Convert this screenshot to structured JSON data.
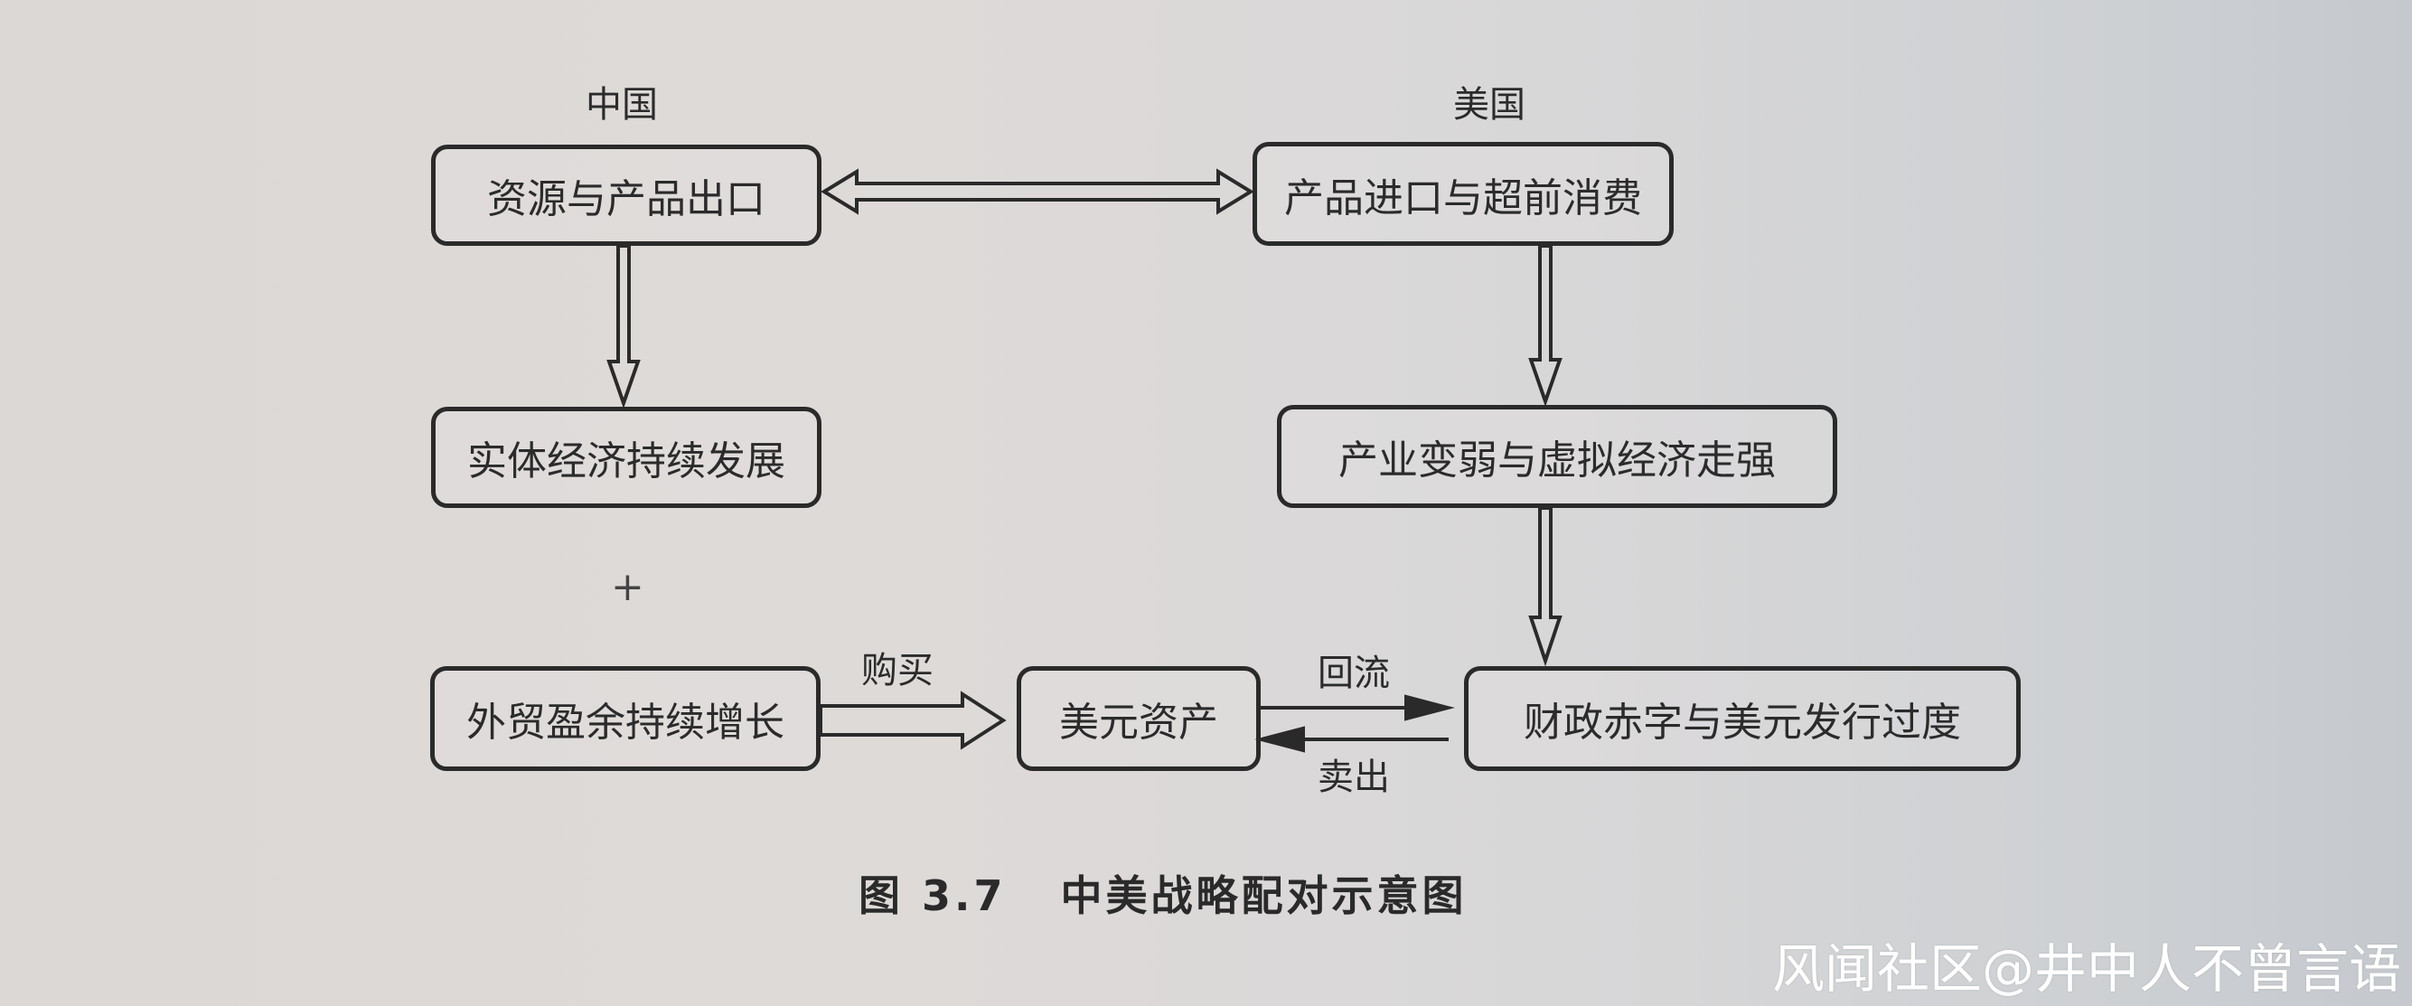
{
  "diagram": {
    "column_labels": {
      "china": "中国",
      "usa": "美国"
    },
    "nodes": {
      "china_export": "资源与产品出口",
      "usa_import": "产品进口与超前消费",
      "china_real_economy": "实体经济持续发展",
      "usa_virtual_economy": "产业变弱与虚拟经济走强",
      "china_trade_surplus": "外贸盈余持续增长",
      "dollar_assets": "美元资产",
      "usa_fiscal_deficit": "财政赤字与美元发行过度"
    },
    "edges": [
      {
        "from": "china_export",
        "to": "usa_import",
        "type": "hollow-double-headed",
        "label": ""
      },
      {
        "from": "china_export",
        "to": "china_real_economy",
        "type": "hollow",
        "label": ""
      },
      {
        "from": "usa_import",
        "to": "usa_virtual_economy",
        "type": "hollow",
        "label": ""
      },
      {
        "from": "usa_virtual_economy",
        "to": "usa_fiscal_deficit",
        "type": "hollow",
        "label": ""
      },
      {
        "from": "china_trade_surplus",
        "to": "dollar_assets",
        "type": "hollow",
        "label": "购买"
      },
      {
        "from": "dollar_assets",
        "to": "usa_fiscal_deficit",
        "type": "solid",
        "label": "回流"
      },
      {
        "from": "usa_fiscal_deficit",
        "to": "dollar_assets",
        "type": "solid",
        "label": "卖出"
      }
    ],
    "plus_sign": "+",
    "edge_labels": {
      "buy": "购买",
      "reflow": "回流",
      "sell": "卖出"
    }
  },
  "caption": {
    "number": "图 3.7",
    "title": "中美战略配对示意图"
  },
  "watermark": "风闻社区@井中人不曾言语",
  "colors": {
    "ink": "#2a2a2a",
    "paper_left": "#dcd8d6",
    "paper_right": "#c5c9ce",
    "watermark": "#ffffff"
  }
}
